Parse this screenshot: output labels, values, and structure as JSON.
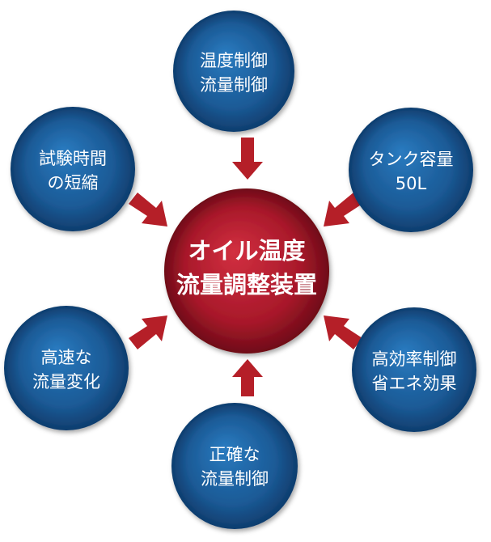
{
  "center": {
    "lines": [
      "オイル温度",
      "流量調整装置"
    ]
  },
  "satellites": [
    {
      "id": "top",
      "lines": [
        "温度制御",
        "流量制御"
      ]
    },
    {
      "id": "upper-right",
      "lines": [
        "タンク容量",
        "50L"
      ]
    },
    {
      "id": "lower-right",
      "lines": [
        "高効率制御",
        "省エネ効果"
      ]
    },
    {
      "id": "bottom",
      "lines": [
        "正確な",
        "流量制御"
      ]
    },
    {
      "id": "lower-left",
      "lines": [
        "高速な",
        "流量変化"
      ]
    },
    {
      "id": "upper-left",
      "lines": [
        "試験時間",
        "の短縮"
      ]
    }
  ],
  "colors": {
    "satellite_fill": "#1b5a96",
    "center_fill": "#a8182a",
    "arrow": "#b51f28",
    "text": "#ffffff"
  }
}
